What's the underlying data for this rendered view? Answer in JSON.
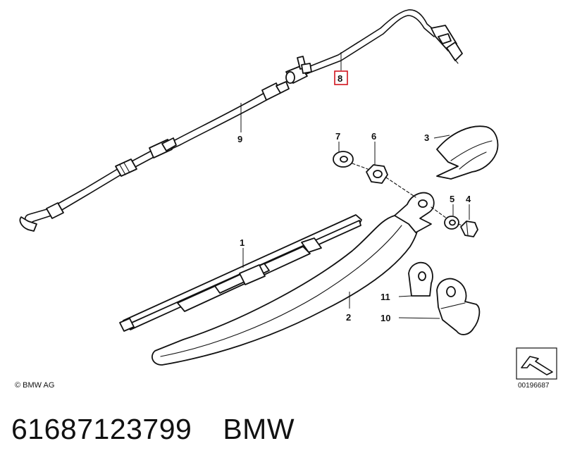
{
  "callouts": [
    {
      "number": "1",
      "part": "wiper-blade"
    },
    {
      "number": "2",
      "part": "wiper-arm-cover"
    },
    {
      "number": "3",
      "part": "cap"
    },
    {
      "number": "4",
      "part": "nut"
    },
    {
      "number": "5",
      "part": "washer"
    },
    {
      "number": "6",
      "part": "hex-nut"
    },
    {
      "number": "7",
      "part": "washer"
    },
    {
      "number": "8",
      "part": "washer-hose-nozzle",
      "highlighted": true
    },
    {
      "number": "9",
      "part": "washer-hose"
    },
    {
      "number": "10",
      "part": "bracket"
    },
    {
      "number": "11",
      "part": "bracket-plate"
    }
  ],
  "highlight_color": "#d0141e",
  "copyright": "© BMW AG",
  "diagram_ref": "00196687",
  "footer": {
    "part_number": "61687123799",
    "brand": "BMW"
  }
}
